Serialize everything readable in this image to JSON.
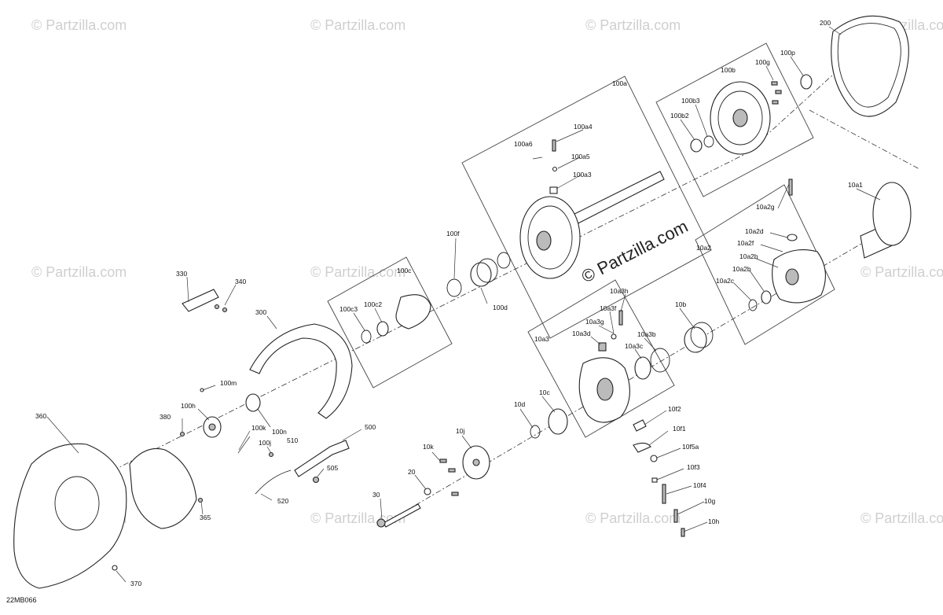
{
  "diagram_code": "22MB066",
  "watermark": {
    "tile_text": "© Partzilla.com",
    "main_text": "© Partzilla.com"
  },
  "part_labels": {
    "p200": "200",
    "p100p": "100p",
    "p100g": "100g",
    "p100b": "100b",
    "p100a": "100a",
    "p100b3": "100b3",
    "p100b2": "100b2",
    "p100a4": "100a4",
    "p100a6": "100a6",
    "p100a5": "100a5",
    "p100a3": "100a3",
    "p10a1": "10a1",
    "p10a2g": "10a2g",
    "p10a2d": "10a2d",
    "p10a2f": "10a2f",
    "p10a2h": "10a2h",
    "p10a2": "10a2",
    "p10a2b": "10a2b",
    "p10a2c": "10a2c",
    "p100f": "100f",
    "p100c": "100c",
    "p100c3": "100c3",
    "p100c2": "100c2",
    "p100d": "100d",
    "p330": "330",
    "p340": "340",
    "p300": "300",
    "p10a3h": "10a3h",
    "p10a3f": "10a3f",
    "p10a3g": "10a3g",
    "p10a3d": "10a3d",
    "p10a3b": "10a3b",
    "p10a3c": "10a3c",
    "p10a3": "10a3",
    "p10b": "10b",
    "p100m": "100m",
    "p100h": "100h",
    "p100k": "100k",
    "p100n": "100n",
    "p100j": "100j",
    "p360": "360",
    "p380": "380",
    "p500": "500",
    "p510": "510",
    "p505": "505",
    "p520": "520",
    "p10d": "10d",
    "p10c": "10c",
    "p10j": "10j",
    "p10k": "10k",
    "p20": "20",
    "p30": "30",
    "p10f2": "10f2",
    "p10f1": "10f1",
    "p10f5a": "10f5a",
    "p10f3": "10f3",
    "p10f4": "10f4",
    "p10g": "10g",
    "p10h": "10h",
    "p365": "365",
    "p370": "370"
  }
}
